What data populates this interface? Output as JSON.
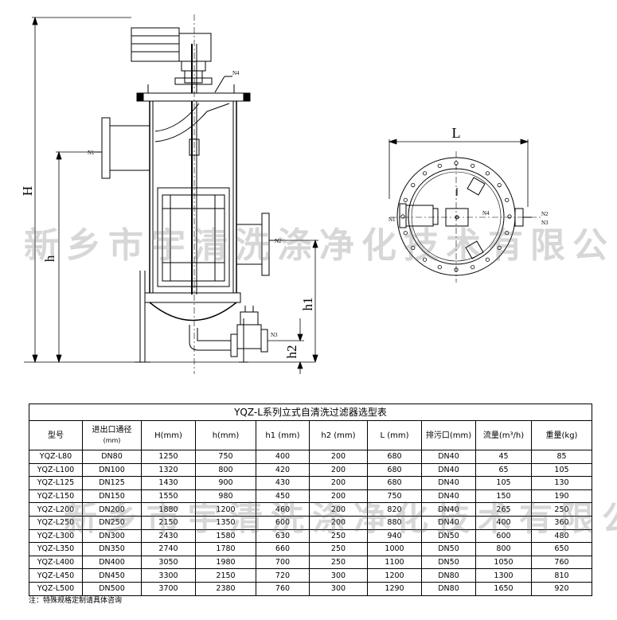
{
  "drawing": {
    "dims": {
      "H": "H",
      "h": "h",
      "h1": "h1",
      "h2": "h2",
      "L": "L"
    },
    "ports": {
      "N1": "N1",
      "N2": "N2",
      "N3": "N3",
      "N4": "N4"
    }
  },
  "watermark": "新乡市宇清洗涤净化技术有限公司",
  "table": {
    "title": "YQZ-L系列立式自清洗过滤器选型表",
    "headers": [
      {
        "main": "型号",
        "sub": ""
      },
      {
        "main": "进出口通径",
        "sub": "(mm)"
      },
      {
        "main": "H(mm)",
        "sub": ""
      },
      {
        "main": "h(mm)",
        "sub": ""
      },
      {
        "main": "h1 (mm)",
        "sub": ""
      },
      {
        "main": "h2 (mm)",
        "sub": ""
      },
      {
        "main": "L (mm)",
        "sub": ""
      },
      {
        "main": "排污口(mm)",
        "sub": ""
      },
      {
        "main": "流量(m³/h)",
        "sub": ""
      },
      {
        "main": "重量(kg)",
        "sub": ""
      }
    ],
    "rows": [
      [
        "YQZ-L80",
        "DN80",
        "1250",
        "750",
        "400",
        "200",
        "680",
        "DN40",
        "45",
        "85"
      ],
      [
        "YQZ-L100",
        "DN100",
        "1320",
        "800",
        "420",
        "200",
        "680",
        "DN40",
        "65",
        "105"
      ],
      [
        "YQZ-L125",
        "DN125",
        "1430",
        "900",
        "430",
        "200",
        "680",
        "DN40",
        "105",
        "130"
      ],
      [
        "YQZ-L150",
        "DN150",
        "1550",
        "980",
        "450",
        "200",
        "750",
        "DN40",
        "150",
        "190"
      ],
      [
        "YQZ-L200",
        "DN200",
        "1880",
        "1200",
        "460",
        "200",
        "820",
        "DN40",
        "265",
        "250"
      ],
      [
        "YQZ-L250",
        "DN250",
        "2150",
        "1350",
        "600",
        "200",
        "880",
        "DN40",
        "400",
        "360"
      ],
      [
        "YQZ-L300",
        "DN300",
        "2430",
        "1580",
        "630",
        "250",
        "940",
        "DN50",
        "600",
        "480"
      ],
      [
        "YQZ-L350",
        "DN350",
        "2740",
        "1780",
        "660",
        "250",
        "1000",
        "DN50",
        "800",
        "650"
      ],
      [
        "YQZ-L400",
        "DN400",
        "3050",
        "1980",
        "700",
        "250",
        "1100",
        "DN50",
        "1050",
        "760"
      ],
      [
        "YQZ-L450",
        "DN450",
        "3300",
        "2150",
        "720",
        "300",
        "1200",
        "DN80",
        "1300",
        "810"
      ],
      [
        "YQZ-L500",
        "DN500",
        "3700",
        "2380",
        "760",
        "300",
        "1290",
        "DN80",
        "1650",
        "920"
      ]
    ],
    "note": "注：特殊规格定制请具体咨询"
  }
}
